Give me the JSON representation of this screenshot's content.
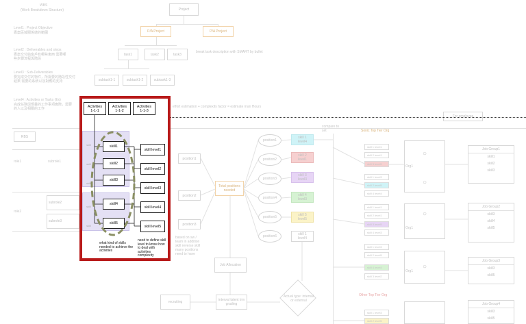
{
  "wbs": {
    "title": "WBS",
    "subtitle": "(Work Breakdown Structure)"
  },
  "levels": [
    {
      "head": "Level1 : Project Objective",
      "body": "專案區域關係總的範圍"
    },
    {
      "head": "Level2 : Deliverables and steps",
      "body": "專案交付給客戶有哪些東西 需要哪些步驟流程與階段"
    },
    {
      "head": "Level3 : Sub-Deliverables",
      "body": "要完成交付的物件，所需要的階段性交付結果 需要的系統以及對應的支持"
    },
    {
      "head": "Level4 : Activities or Tasks (Ex)",
      "body": "完成任務與規畫的工作事項實際，需要的人以及相關的工作"
    }
  ],
  "tree": {
    "project": "Project",
    "level2": [
      "P/A Project",
      "P/A Project"
    ],
    "tasks": [
      "task1",
      "task2",
      "task3"
    ],
    "task_note": "break task description with SMART by bullet",
    "subtasks": [
      "subtask1-1",
      "subtask1-2",
      "subtask1-3"
    ],
    "effort_note": "effort estimation + complexity factor = estimate man Hours"
  },
  "focus": {
    "activities": [
      "Activities\n1-1-1",
      "Activities\n1-1-2",
      "Activities\n1-1-3"
    ],
    "skill_cells": [
      "skill",
      "skill",
      "skill",
      "skill",
      "skill"
    ],
    "skills": [
      "skill1",
      "skill2",
      "skill3",
      "skill4",
      "skill5"
    ],
    "levels": [
      "skill level1",
      "skill level2",
      "skill level3",
      "skill level4",
      "skill level5"
    ],
    "note_skills": "what kind of skills needed to achieve the activities",
    "note_levels": "need to define skill level to know how to deal with activities complexity"
  },
  "left_panel": {
    "rbs": "RBS",
    "roles": [
      "role1",
      "role2"
    ],
    "subroles": [
      "subrole1",
      "subrole2",
      "subrole3"
    ]
  },
  "mid": {
    "positions": [
      "position1",
      "position2",
      "position3"
    ],
    "total": "Total positions needed",
    "note": "based on sw / team in addition skill reverse skill many positions need to have",
    "job_allocation": "Job Allocation",
    "recruiting": "recruiting",
    "interval_talent": "interval talent trm grading",
    "diamond": "Actual type: internal or external"
  },
  "flow": {
    "positions": [
      "position1",
      "position2",
      "position3",
      "position4",
      "position5",
      "position6"
    ],
    "chips": [
      "skill 1\nlevel4",
      "skill 2\nlevel1",
      "skill 3\nlevel3",
      "skill 4\nlevel3",
      "skill 5\nlevel5"
    ],
    "compare": "compare to set",
    "box_bottom": "skill 1\nlevel4"
  },
  "orgs": {
    "title_top": "Sonic Top Tier Org",
    "title_bottom": "Other Top Tier Org",
    "org_label": "Org1",
    "skill_rows": [
      [
        "skill 1 level1",
        "skill 2 level1",
        "skill 3 level5",
        "skill 3 level2"
      ],
      [
        "skill 1 level3",
        "skill 2 level5",
        "skill 4 level4"
      ],
      [
        "skill 1 level1",
        "skill 2 level1",
        "skill 3 level5",
        "skill 4 level3"
      ],
      [
        "skill 1 level3",
        "skill 2 level5",
        "skill 4 level4"
      ],
      [
        "skill 1 level3",
        "skill 2 level5"
      ]
    ]
  },
  "job_groups": [
    {
      "name": "Job Group1",
      "skills": [
        "skill1",
        "skill2",
        "skill3"
      ]
    },
    {
      "name": "Job Group2",
      "skills": [
        "skill3",
        "skill4",
        "skill5"
      ]
    },
    {
      "name": "Job Group3",
      "skills": [
        "skill3",
        "skill5"
      ]
    },
    {
      "name": "Job Group4",
      "skills": [
        "skill3",
        "skill5"
      ]
    }
  ],
  "for_employee": "For employee",
  "colors": {
    "highlight": "#b81a1a",
    "dashed_oval": "#8a8f63",
    "chip_colors": [
      "#cff3f7",
      "#f6d0d0",
      "#e7d5f5",
      "#d6f2d3",
      "#fbf3c7"
    ]
  }
}
